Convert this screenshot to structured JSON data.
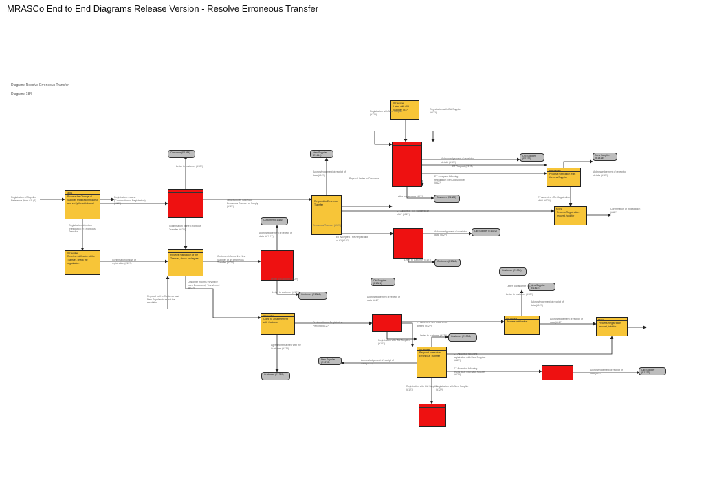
{
  "title": "MRASCo End to End Diagrams Release Version - Resolve Erroneous Transfer",
  "diagram_name": "Diagram: Resolve Erroneous Transfer",
  "diagram_number": "Diagram: 184",
  "colors": {
    "task_yellow": "#f7c538",
    "task_red": "#ee1111",
    "terminal_grey": "#bdbdbd",
    "wire": "#222222"
  },
  "boxes": [
    {
      "hdr": "MPAS",
      "text": "Process the Change of Supplier registration request and verify the withdrawal",
      "color": "yel"
    },
    {
      "hdr": "",
      "text": "",
      "color": "red"
    },
    {
      "hdr": "Old Supplier",
      "text": "Receive notification of the Transfer, check the registration",
      "color": "yel"
    },
    {
      "hdr": "",
      "text": "Receive notification of the Transfer, check and agree",
      "color": "yel"
    },
    {
      "hdr": "",
      "text": "Respond to Erroneous Transfer",
      "color": "yel"
    },
    {
      "hdr": "",
      "text": "",
      "color": "red"
    },
    {
      "hdr": "Old Supplier",
      "text": "Liaise with Old Supplier (#??)",
      "color": "yel"
    },
    {
      "hdr": "",
      "text": "",
      "color": "red"
    },
    {
      "hdr": "",
      "text": "",
      "color": "red"
    },
    {
      "hdr": "Old Supplier",
      "text": "Come to an agreement with Customer",
      "color": "yel"
    },
    {
      "hdr": "",
      "text": "",
      "color": "red"
    },
    {
      "hdr": "Old Supplier",
      "text": "Respond to resolved Erroneous Transfer",
      "color": "yel"
    },
    {
      "hdr": "",
      "text": "",
      "color": "red"
    },
    {
      "hdr": "Old Supplier",
      "text": "Process notification",
      "color": "yel"
    },
    {
      "hdr": "New Supplier",
      "text": "Process notification from the new Supplier",
      "color": "yel"
    },
    {
      "hdr": "MPAS",
      "text": "Process Registration request, hold for",
      "color": "yel"
    },
    {
      "hdr": "MPAS",
      "text": "Process Registration request, hold for",
      "color": "yel"
    },
    {
      "hdr": "",
      "text": "",
      "color": "red"
    }
  ],
  "terminals": [
    "Customer (E1384)",
    "New Supplier (E1414)",
    "Customer (E1386)",
    "Customer (E1386)",
    "Old Supplier (E1321)",
    "Customer (E1386)",
    "Customer (E1386)",
    "Old Supplier (E1322)",
    "New Supplier (E1278)",
    "Customer (E1386)",
    "New Supplier (E1414)",
    "Old Supplier (E1322)",
    "Customer (E1386)",
    "New Supplier (E1414)",
    "Old Supplier (E1322)",
    "Old Supplier (E1321)",
    "Customer (E1385)"
  ],
  "labels": [
    "Registration of Supplier Reference (from #?) (1)",
    "Registration request (Confirmation of Registration) (#12?)",
    "Registration objection (Resolution of Erroneous Transfer)",
    "Confirmation of the Erroneous Transfer (#12?)",
    "Confirmation of loss of registration (#13?)",
    "Letter to customer (#12?)",
    "New Supplier notified of Erroneous Transfer of Supply (#12?)",
    "Customer informs the New Supplier of an Erroneous Transfer (#12?)",
    "Erroneous Transfer (#12?)",
    "Physical trail to Customer and New Supplier to select the resolution",
    "Customer informs they have been Erroneously Transferred (#12?)",
    "Acknowledgement of receipt of data (#12?)",
    "Physical Letter to Customer",
    "Acknowledgement of receipt of data (#?? ??)",
    "Letter to customer (#12?)",
    "Letter to customer (#12?)",
    "Agreement reached with the Customer (#12?)",
    "Registration with New Supplier (#12?)",
    "Registration with Old Supplier (#12?)",
    "Acknowledgement of receipt of details (#12?)",
    "ET Request (#1?2)",
    "ET Accepted following registration with Old Supplier (#12?)",
    "ET Accepted - Re-Registration of #? (#12?)",
    "Acknowledgement of receipt of data (#12?)",
    "ET Accepted - Re-Registration of #? (#12?)",
    "Acknowledgement of receipt of details (#12?)",
    "ET Accepted - Re-Registration of #? (#12?)",
    "Letter to customer (#12?)",
    "Letter to customer (#12?)",
    "Confirmation of Registration (#12?)",
    "Acknowledgement of receipt of data (#12?)",
    "Letter to customer (#12?)",
    "Acknowledgement of receipt of data (#12?)",
    "ET Accepted - ET Date to be agreed (#12?)",
    "Acknowledgement of receipt of data (#12?)",
    "Registration with Old Supplier (#12?)",
    "Registration with New Supplier (#12?)",
    "ET Accepted following registration with New Supplier (#12?)",
    "ET Accepted following registration with New Supplier (#12?)",
    "Letter to customer (#12?)",
    "Acknowledgement of receipt of data (#12?)",
    "Confirmation of Registration Pending (#12?)",
    "Acknowledgement of receipt of data (#12?)",
    "Registration with Old Supplier (#12?)",
    "Letter to customer (#12?)"
  ]
}
